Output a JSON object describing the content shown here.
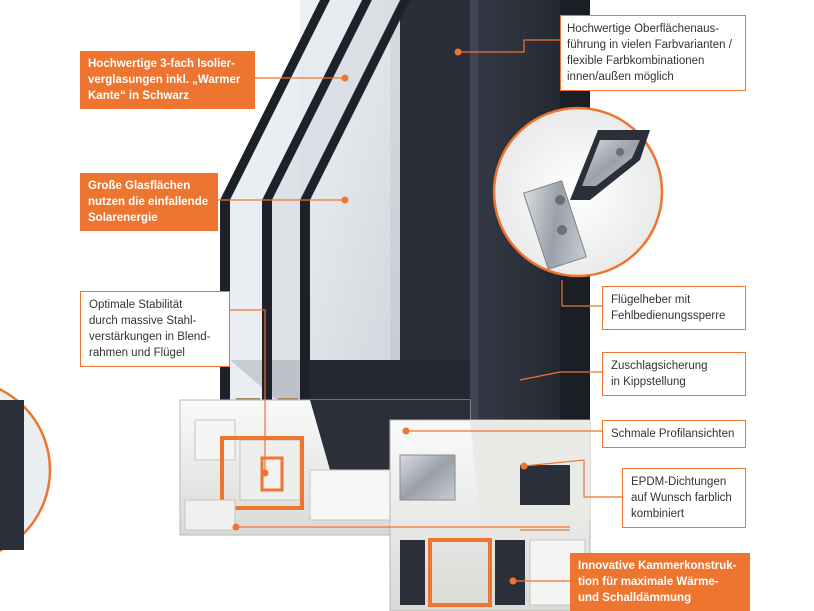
{
  "colors": {
    "accent": "#ee7530",
    "frame_dark": "#2b2f3a",
    "pvc_white": "#f2f2f0",
    "glass": "#dfe4ea"
  },
  "icons": {
    "callout_marker": "orange-dot-icon",
    "hinge_detail": "hinge-bracket-icon",
    "seal_detail": "gasket-icon"
  },
  "callouts": [
    {
      "id": "triple-glazing",
      "text": "Hochwertige 3-fach Isolier-\nverglasungen inkl. „Warmer\nKante“ in Schwarz"
    },
    {
      "id": "glass-areas",
      "text": "Große Glasflächen\nnutzen die einfallende\nSolarenergie"
    },
    {
      "id": "stability",
      "text": "Optimale Stabilität\ndurch massive Stahl-\nverstärkungen in Blend-\nrahmen und Flügel"
    },
    {
      "id": "surface",
      "text": "Hochwertige Oberflächenaus-\nführung in vielen Farbvarianten /\nflexible Farbkombinationen\ninnen/außen möglich"
    },
    {
      "id": "sash-lifter",
      "text": "Flügelheber mit\nFehlbedienungssperre"
    },
    {
      "id": "tilt-lock",
      "text": "Zuschlagsicherung\nin Kippstellung"
    },
    {
      "id": "slim-profiles",
      "text": "Schmale Profilansichten"
    },
    {
      "id": "epdm",
      "text": "EPDM-Dichtungen\nauf Wunsch farblich\nkombiniert"
    },
    {
      "id": "chambers",
      "text": "Innovative Kammerkonstruk-\ntion für maximale Wärme-\nund Schalldämmung"
    }
  ]
}
